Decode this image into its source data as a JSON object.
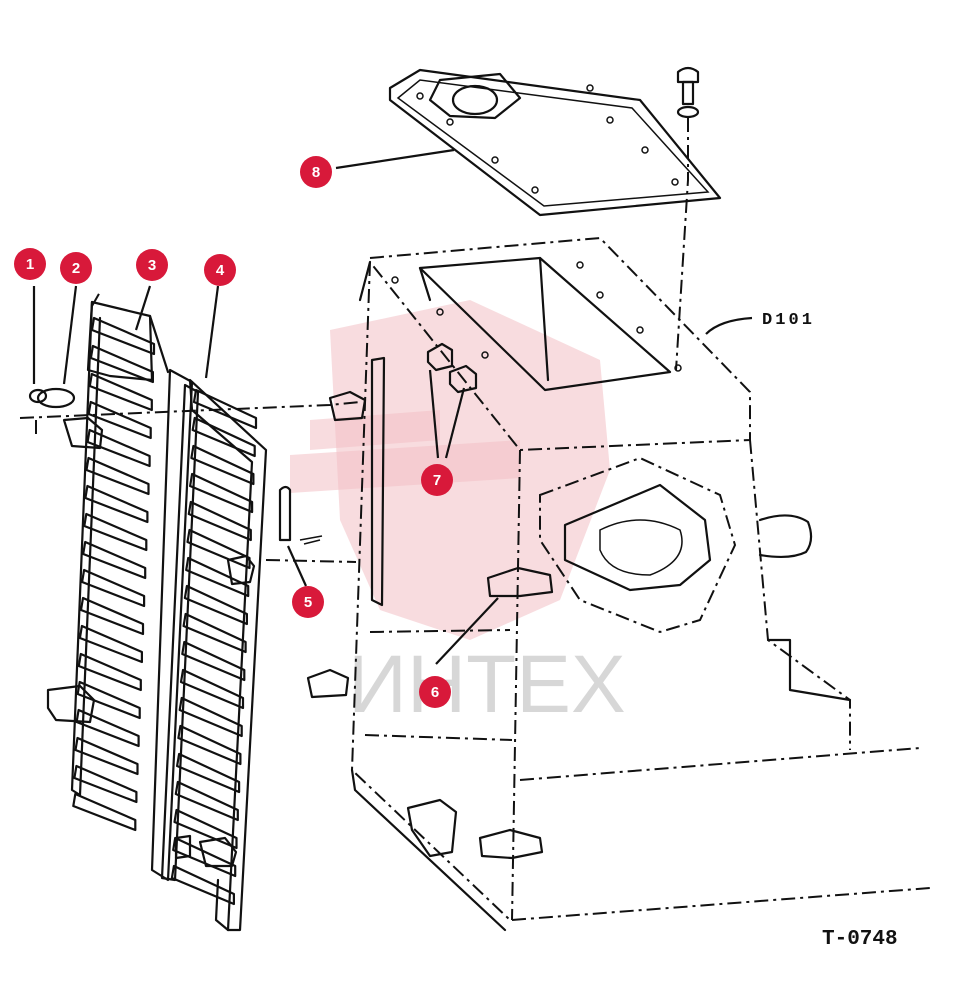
{
  "diagram": {
    "part_label": "D101",
    "drawing_id": "T-0748",
    "watermark": "ИНТЕХ",
    "callouts": [
      "1",
      "2",
      "3",
      "4",
      "5",
      "6",
      "7",
      "8"
    ],
    "accent_color": "#d8193a"
  }
}
